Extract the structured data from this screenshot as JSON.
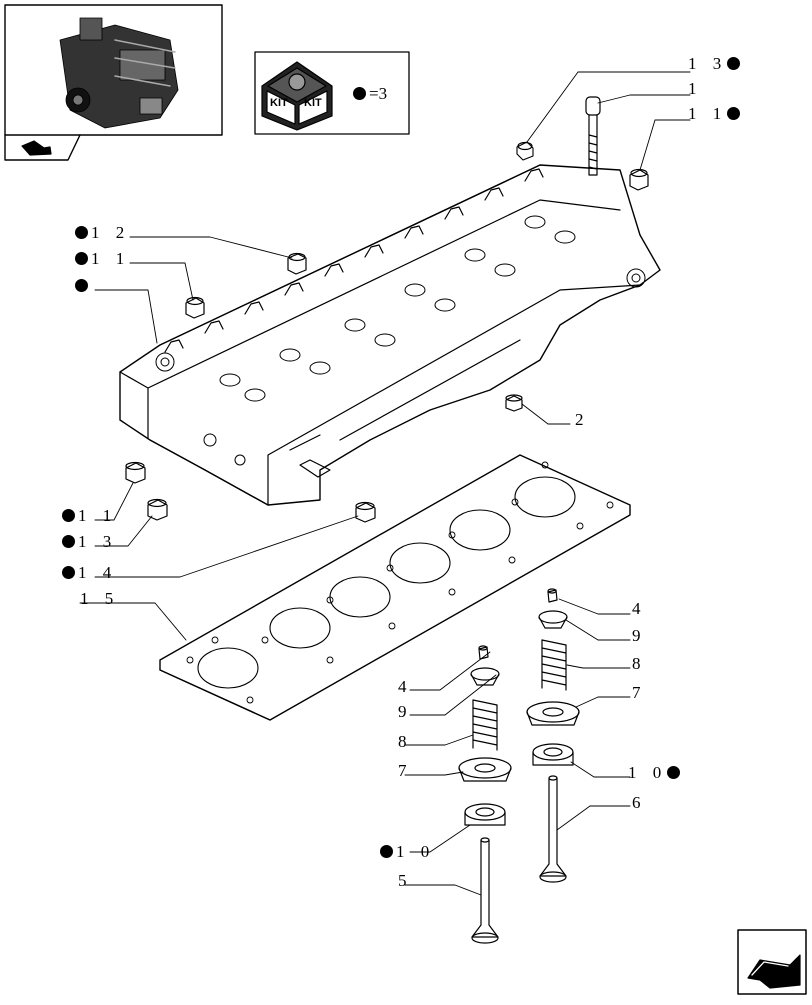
{
  "kit_legend": {
    "count": "3"
  },
  "kit_box": {
    "word": "KIT"
  },
  "callouts": [
    {
      "id": "c13-top",
      "label": "1 3",
      "dot": "after"
    },
    {
      "id": "c1",
      "label": "1",
      "dot": "none"
    },
    {
      "id": "c11-top",
      "label": "1 1",
      "dot": "after"
    },
    {
      "id": "c12",
      "label": "1 2",
      "dot": "before"
    },
    {
      "id": "c11-mid",
      "label": "1 1",
      "dot": "before"
    },
    {
      "id": "cdot",
      "label": "",
      "dot": "before"
    },
    {
      "id": "c2",
      "label": "2",
      "dot": "none"
    },
    {
      "id": "c11-low",
      "label": "1 1",
      "dot": "before"
    },
    {
      "id": "c13-low",
      "label": "1 3",
      "dot": "before"
    },
    {
      "id": "c14",
      "label": "1 4",
      "dot": "before"
    },
    {
      "id": "c15",
      "label": "1 5",
      "dot": "none"
    },
    {
      "id": "c4-right",
      "label": "4",
      "dot": "none"
    },
    {
      "id": "c9-right",
      "label": "9",
      "dot": "none"
    },
    {
      "id": "c8-right",
      "label": "8",
      "dot": "none"
    },
    {
      "id": "c7-right",
      "label": "7",
      "dot": "none"
    },
    {
      "id": "c10-right",
      "label": "1 0",
      "dot": "after"
    },
    {
      "id": "c6",
      "label": "6",
      "dot": "none"
    },
    {
      "id": "c4-left",
      "label": "4",
      "dot": "none"
    },
    {
      "id": "c9-left",
      "label": "9",
      "dot": "none"
    },
    {
      "id": "c8-left",
      "label": "8",
      "dot": "none"
    },
    {
      "id": "c7-left",
      "label": "7",
      "dot": "none"
    },
    {
      "id": "c10-left",
      "label": "1 0",
      "dot": "before"
    },
    {
      "id": "c5",
      "label": "5",
      "dot": "none"
    }
  ]
}
